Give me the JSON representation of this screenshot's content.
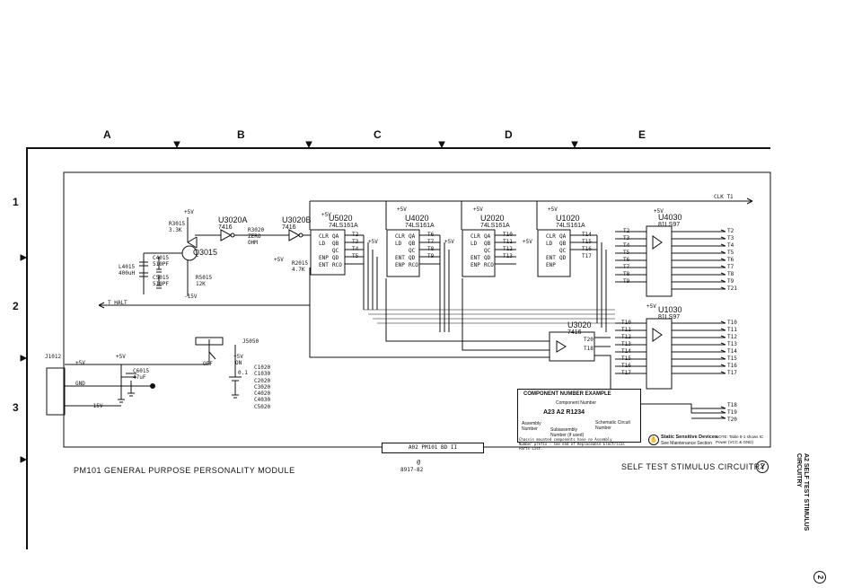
{
  "zones": [
    "A",
    "B",
    "C",
    "D",
    "E"
  ],
  "rows": [
    "1",
    "2",
    "3"
  ],
  "title_left": "PM101 GENERAL PURPOSE PERSONALITY MODULE",
  "title_right": "SELF TEST STIMULUS CIRCUITRY",
  "title_right_circle": "2",
  "sheet_id": "A02 PM101 BD II",
  "date": "8917-82",
  "date_mark": "@",
  "side_title_line1": "A2 SELF TEST STIMULUS",
  "side_title_line2": "CIRCUITRY",
  "side_circle": "2",
  "chips": {
    "u5020": {
      "name": "U5020",
      "type": "74LS161A"
    },
    "u4020": {
      "name": "U4020",
      "type": "74LS161A"
    },
    "u2020": {
      "name": "U2020",
      "type": "74LS161A"
    },
    "u1020": {
      "name": "U1020",
      "type": "74LS161A"
    },
    "u4030": {
      "name": "U4030",
      "type": "81LS97"
    },
    "u1030": {
      "name": "U1030",
      "type": "81LS97"
    },
    "u3020a": {
      "name": "U3020A",
      "type": "7416"
    },
    "u3020b": {
      "name": "U3020B",
      "type": "7416"
    },
    "u3020": {
      "name": "U3020",
      "type": "7416"
    },
    "q3015": {
      "name": "Q3015"
    }
  },
  "parts": {
    "r3015": [
      "R3015",
      "3.3K"
    ],
    "r5015": [
      "R5015",
      "12K"
    ],
    "r3020": [
      "R3020",
      "ZERO",
      "OHM"
    ],
    "r2015": [
      "R2015",
      "4.7K"
    ],
    "l4015": [
      "L4015",
      "400uH"
    ],
    "c4015": [
      "C4015",
      "510PF"
    ],
    "c5015": [
      "C5015",
      "510PF"
    ],
    "c6015": [
      "C6015",
      "47uF"
    ],
    "c1020": [
      "C1020",
      "C1030",
      "C2020",
      "C3020",
      "C4020",
      "C4030",
      "C5020"
    ],
    "c_val": "0.1",
    "j1012": "J1012",
    "j5050": "J5050",
    "off": "OFF",
    "on": "ON"
  },
  "nets": {
    "plus5": "+5V",
    "minus15": "-15V",
    "gnd": "GND",
    "clk": "CLK T1",
    "halt": "T HALT",
    "t_left_u4030": [
      "T2",
      "T3",
      "T4",
      "T5",
      "T6",
      "T7",
      "T8",
      "T9"
    ],
    "t_right_u4030": [
      "T2",
      "T3",
      "T4",
      "T5",
      "T6",
      "T7",
      "T8",
      "T9",
      "T21"
    ],
    "t_left_u1030": [
      "T10",
      "T11",
      "T12",
      "T13",
      "T14",
      "T15",
      "T16",
      "T17"
    ],
    "t_right_u1030": [
      "T10",
      "T11",
      "T12",
      "T13",
      "T14",
      "T15",
      "T16",
      "T17"
    ],
    "t_u3020": [
      "T20",
      "T18"
    ],
    "t_bottom": [
      "T18",
      "T19",
      "T20"
    ],
    "counter_out": [
      [
        "T2",
        "T3",
        "T4",
        "T5"
      ],
      [
        "T6",
        "T7",
        "T8",
        "T9"
      ],
      [
        "T10",
        "T11",
        "T12",
        "T13"
      ],
      [
        "T14",
        "T15",
        "T16",
        "T17"
      ]
    ],
    "pins": [
      "QA",
      "QB",
      "QC",
      "QD",
      "RCO",
      "CLR",
      "LD",
      "ENP",
      "ENT"
    ]
  },
  "component_example": {
    "title": "COMPONENT NUMBER EXAMPLE",
    "caption": "Component Number",
    "number": "A23 A2 R1234",
    "left": "Assembly Number",
    "mid": "Subassembly Number (if used)",
    "right": "Schematic Circuit Number",
    "note": "Chassis mounted components have no Assembly Number prefix - see end of Replaceable Electrical Parts List."
  },
  "static": {
    "line1": "Static Sensitive Devices",
    "line2": "See Maintenance Section"
  },
  "note_text": [
    "NOTE: Table 8-1 shows IC",
    "Power (VCC & GND)"
  ]
}
